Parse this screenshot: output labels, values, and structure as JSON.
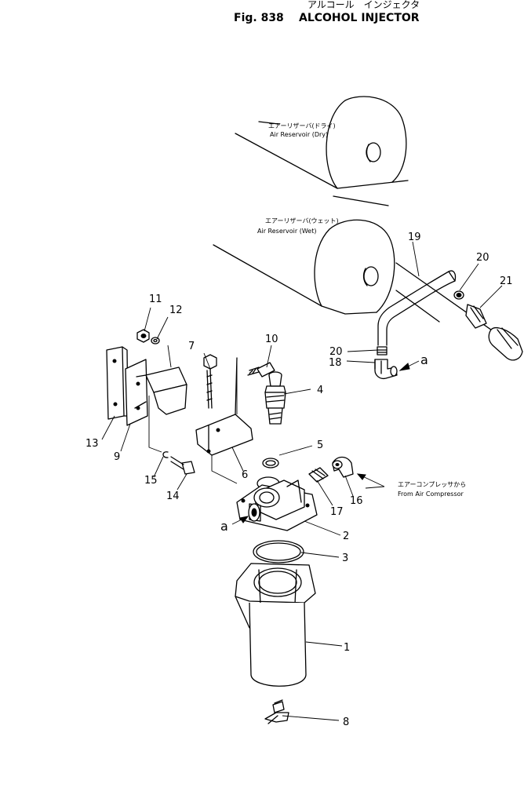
{
  "header": {
    "title_jp": "アルコール　インジェクタ",
    "fig_label": "Fig. 838",
    "title_en": "ALCOHOL INJECTOR"
  },
  "annotations": {
    "dry_jp": "エアーリザーバ(ドライ)",
    "dry_en": "Air Reservoir (Dry)",
    "wet_jp": "エアーリザーバ(ウェット)",
    "wet_en": "Air Reservoir (Wet)",
    "comp_jp": "エアーコンプレッサから",
    "comp_en": "From Air Compressor",
    "ref_a_top": "a",
    "ref_a_bottom": "a"
  },
  "callouts": [
    "1",
    "2",
    "3",
    "4",
    "5",
    "6",
    "7",
    "8",
    "9",
    "10",
    "11",
    "12",
    "13",
    "14",
    "15",
    "16",
    "17",
    "18",
    "19",
    "20",
    "20",
    "21"
  ]
}
